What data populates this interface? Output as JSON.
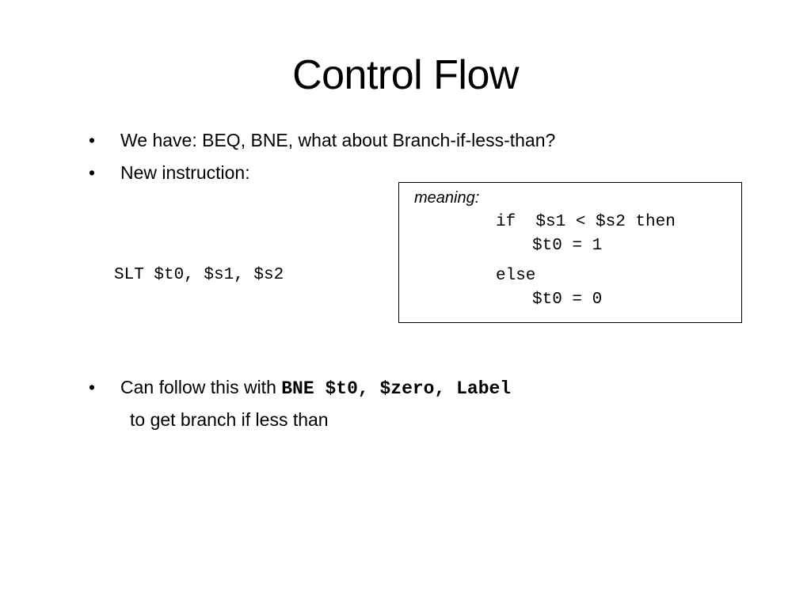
{
  "slide": {
    "title": "Control Flow",
    "bullets": [
      {
        "marker": "•",
        "text": "We have:  BEQ, BNE, what about Branch-if-less-than?"
      },
      {
        "marker": "•",
        "text": "New instruction:"
      }
    ],
    "instruction": "SLT $t0, $s1, $s2",
    "meaning": {
      "label": "meaning:",
      "lines": [
        "if  $s1 < $s2 then",
        "$t0 = 1",
        "else",
        "$t0 = 0"
      ]
    },
    "follow_bullet": {
      "marker": "•",
      "prefix": "Can follow this with ",
      "code": "BNE $t0, $zero, Label",
      "continuation": "to get branch if less than"
    }
  }
}
